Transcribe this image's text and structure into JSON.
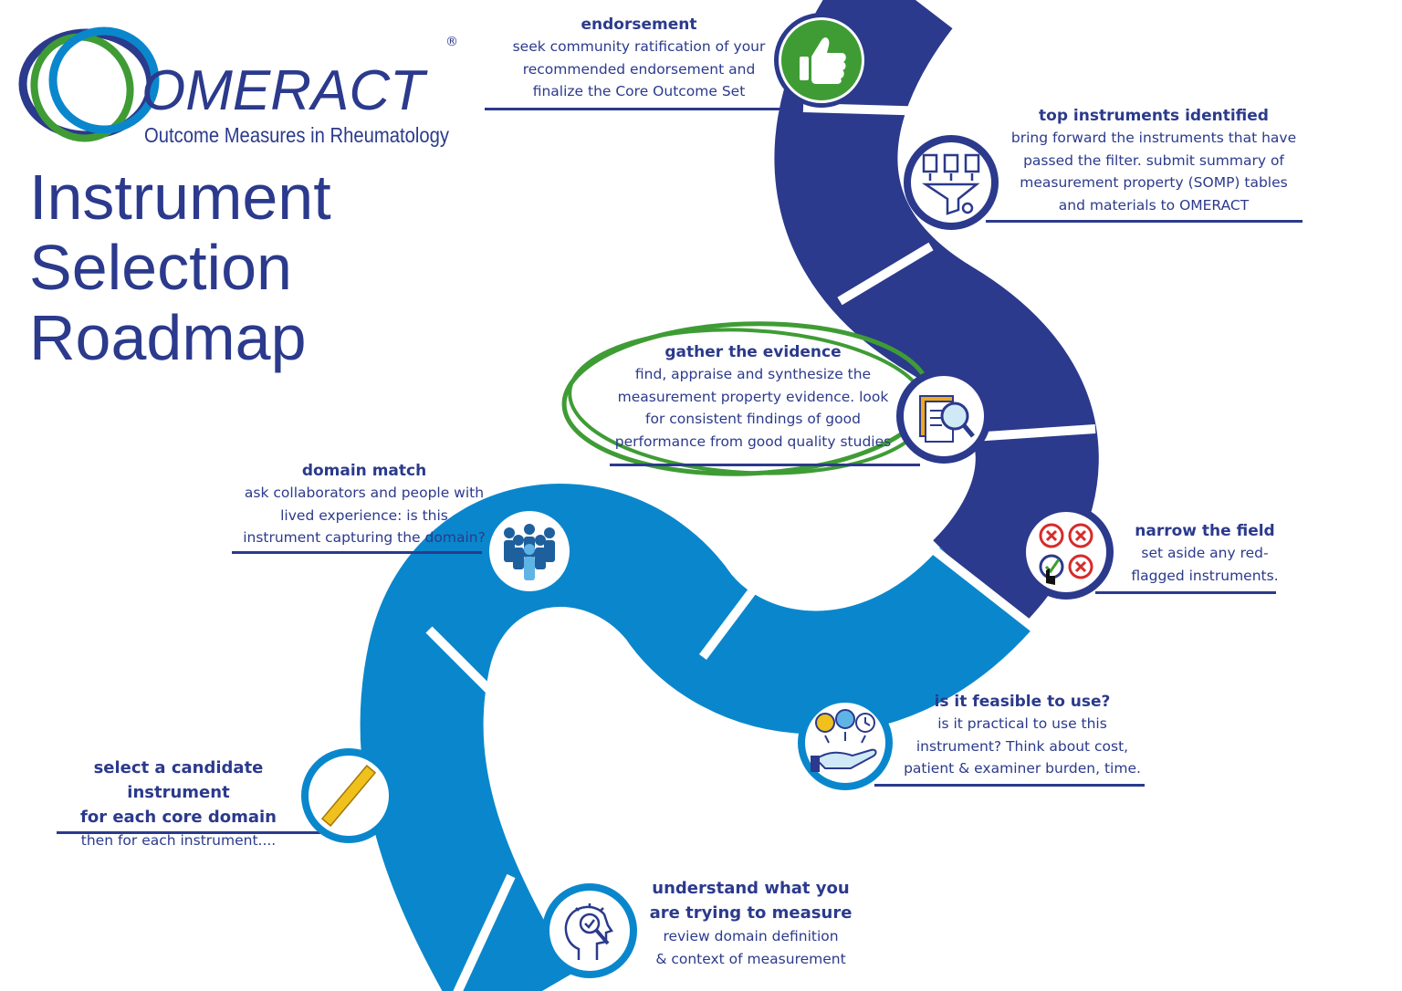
{
  "logo": {
    "wordmark": "OMERACT",
    "registered": "®",
    "tagline": "Outcome Measures in Rheumatology"
  },
  "title": [
    "Instrument",
    "Selection",
    "Roadmap"
  ],
  "colors": {
    "dark_road": "#2b3a8c",
    "light_road": "#0a87cc",
    "accent_green": "#3f9c35",
    "text": "#2b3a8c"
  },
  "steps": [
    {
      "id": "endorsement",
      "heading": "endorsement",
      "body": [
        "seek community ratification of your",
        "recommended endorsement and",
        "finalize the Core Outcome Set"
      ],
      "icon": "thumbs-up-icon"
    },
    {
      "id": "top-instruments",
      "heading": "top instruments identified",
      "body": [
        "bring forward the instruments that have",
        "passed the filter. submit summary of",
        "measurement property (SOMP) tables",
        "and materials to OMERACT"
      ],
      "icon": "document-filter-icon"
    },
    {
      "id": "gather-evidence",
      "heading": "gather the evidence",
      "body": [
        "find, appraise and synthesize the",
        "measurement property evidence. look",
        "for consistent findings of good",
        "performance from good quality studies"
      ],
      "icon": "magnifying-document-icon"
    },
    {
      "id": "domain-match",
      "heading": "domain match",
      "body": [
        "ask collaborators and people with",
        "lived experience: is this",
        "instrument capturing the domain?"
      ],
      "icon": "people-group-icon"
    },
    {
      "id": "narrow-field",
      "heading": "narrow the field",
      "body": [
        "set aside any red-",
        "flagged instruments."
      ],
      "icon": "red-x-checklist-icon"
    },
    {
      "id": "feasible",
      "heading": "is it feasible to use?",
      "body": [
        "is it practical to use this",
        "instrument? Think about cost,",
        "patient & examiner burden, time."
      ],
      "icon": "hand-cost-time-icon"
    },
    {
      "id": "select-candidate",
      "heading": [
        "select a candidate instrument",
        "for each core domain"
      ],
      "body": [
        "then for each instrument...."
      ],
      "icon": "ruler-icon"
    },
    {
      "id": "understand",
      "heading": [
        "understand what you",
        "are trying to measure"
      ],
      "body": [
        "review domain definition",
        "& context of measurement"
      ],
      "icon": "head-search-icon"
    }
  ]
}
